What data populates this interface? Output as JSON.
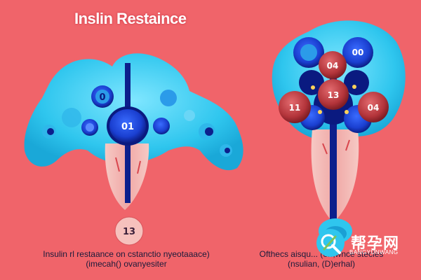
{
  "title": "Inslin Restaince",
  "left_figure": {
    "center_label": "01",
    "top_left_label": "0",
    "bottom_badge_label": "13"
  },
  "right_figure": {
    "top_label": "04",
    "top_right_label": "00",
    "middle_label": "13",
    "left_label": "11",
    "right_label": "04"
  },
  "captions": {
    "left_line1": "Insulin rl restaance on cstanctio nyeotaaace)",
    "left_line2": "(imecah() ovanyesiter",
    "right_line1": "Ofthecs aisqu... (orr,wnce stecles",
    "right_line2": "(nsulian, (D)erhal)"
  },
  "watermark": {
    "cn": "帮孕网",
    "en": "BANGYUNWANG"
  },
  "colors": {
    "background": "#f0646a",
    "cyan": "#29c8ea",
    "navy": "#0d1f8c",
    "tissue": "#f3b3b0",
    "red_cell": "#b3343a"
  }
}
